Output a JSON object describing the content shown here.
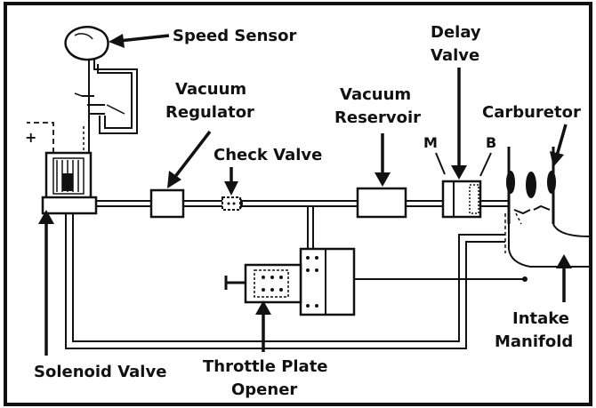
{
  "labels": {
    "speed_sensor": "Speed Sensor",
    "vacuum_regulator_1": "Vacuum",
    "vacuum_regulator_2": "Regulator",
    "check_valve": "Check Valve",
    "vacuum_reservoir_1": "Vacuum",
    "vacuum_reservoir_2": "Reservoir",
    "delay_valve_1": "Delay",
    "delay_valve_2": "Valve",
    "carburetor": "Carburetor",
    "port_m": "M",
    "port_b": "B",
    "plus_sign": "+",
    "intake_manifold_1": "Intake",
    "intake_manifold_2": "Manifold",
    "solenoid_valve": "Solenoid Valve",
    "throttle_plate_opener_1": "Throttle Plate",
    "throttle_plate_opener_2": "Opener"
  }
}
